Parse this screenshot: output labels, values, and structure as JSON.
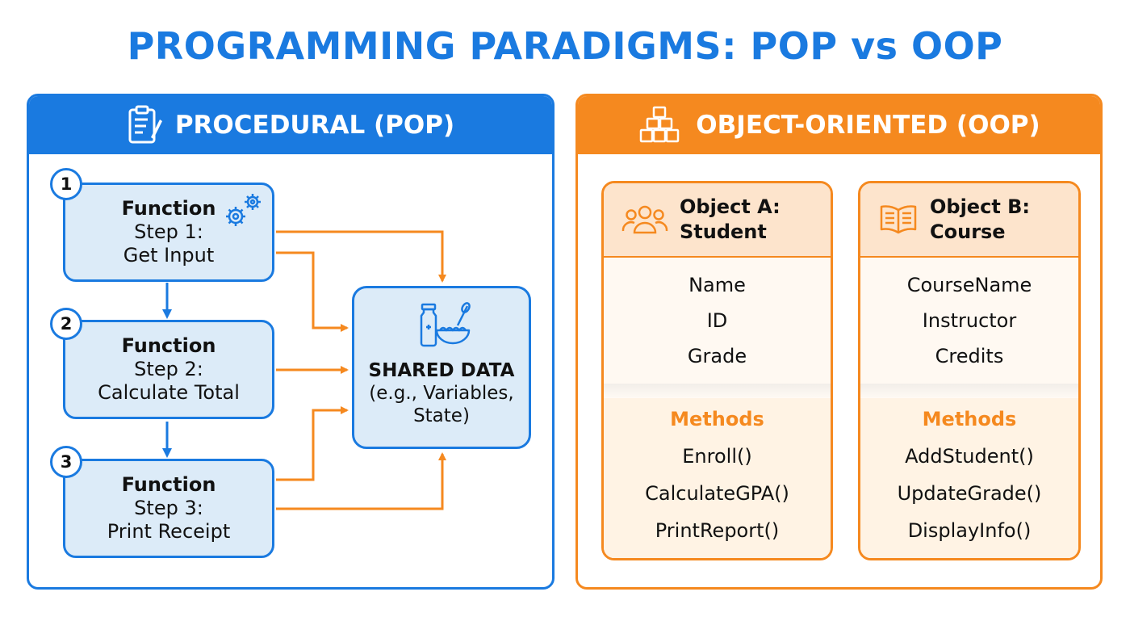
{
  "title": "PROGRAMMING PARADIGMS: POP vs OOP",
  "colors": {
    "pop_accent": "#1a7ae0",
    "oop_accent": "#f5891f",
    "pop_fill": "#dcebf8",
    "oop_fill": "#fde4cc"
  },
  "pop": {
    "header": "PROCEDURAL (POP)",
    "header_icon": "clipboard-icon",
    "steps": [
      {
        "number": "1",
        "function_label": "Function",
        "description_line1": "Step 1:",
        "description_line2": "Get Input"
      },
      {
        "number": "2",
        "function_label": "Function",
        "description_line1": "Step 2:",
        "description_line2": "Calculate Total"
      },
      {
        "number": "3",
        "function_label": "Function",
        "description_line1": "Step 3:",
        "description_line2": "Print Receipt"
      }
    ],
    "step_icon": "gears-icon",
    "shared": {
      "title": "SHARED DATA",
      "line1": "(e.g., Variables,",
      "line2": "State)",
      "icon": "jar-and-bowl-icon"
    }
  },
  "oop": {
    "header": "OBJECT-ORIENTED (OOP)",
    "header_icon": "blocks-icon",
    "objects": [
      {
        "title_line1": "Object A:",
        "title_line2": "Student",
        "icon": "users-icon",
        "attributes": [
          "Name",
          "ID",
          "Grade"
        ],
        "methods_label": "Methods",
        "methods": [
          "Enroll()",
          "CalculateGPA()",
          "PrintReport()"
        ]
      },
      {
        "title_line1": "Object B:",
        "title_line2": "Course",
        "icon": "book-icon",
        "attributes": [
          "CourseName",
          "Instructor",
          "Credits"
        ],
        "methods_label": "Methods",
        "methods": [
          "AddStudent()",
          "UpdateGrade()",
          "DisplayInfo()"
        ]
      }
    ]
  }
}
